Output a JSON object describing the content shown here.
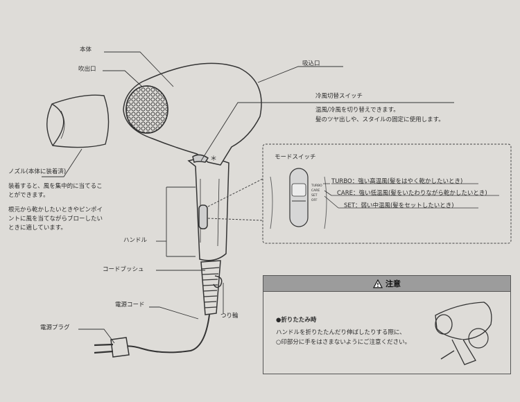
{
  "labels": {
    "body": "本体",
    "outlet": "吹出口",
    "intake": "吸込口",
    "cool_switch": "冷風切替スイッチ",
    "cool_switch_desc": [
      "温風/冷風を切り替えできます。",
      "髪のツヤ出しや、スタイルの固定に使用します。"
    ],
    "nozzle": "ノズル(本体に装着済)",
    "nozzle_desc1": [
      "装着すると、風を集中的に当てるこ",
      "とができます。"
    ],
    "nozzle_desc2": [
      "根元から乾かしたいときやピンポイ",
      "ントに風を当てながらブローしたい",
      "ときに適しています。"
    ],
    "handle": "ハンドル",
    "cord_bush": "コードブッシュ",
    "power_cord": "電源コード",
    "power_plug": "電源プラグ",
    "hanging_ring": "つり輪",
    "asterisk": "＊"
  },
  "mode_switch": {
    "title": "モードスイッチ",
    "tiny_labels": [
      "TURBO",
      "CARE",
      "SET",
      "OFF"
    ],
    "modes": [
      {
        "name": "TURBO",
        "desc": "：強い高温風(髪をはやく乾かしたいとき)"
      },
      {
        "name": "CARE",
        "desc": "：強い低温風(髪をいたわりながら乾かしたいとき)"
      },
      {
        "name": "SET",
        "desc": "：弱い中温風(髪をセットしたいとき)"
      }
    ]
  },
  "caution": {
    "header": "注意",
    "title": "●折りたたみ時",
    "text": [
      "ハンドルを折りたたんだり伸ばしたりする際に、",
      "○印部分に手をはさまないようにご注意ください。"
    ]
  }
}
